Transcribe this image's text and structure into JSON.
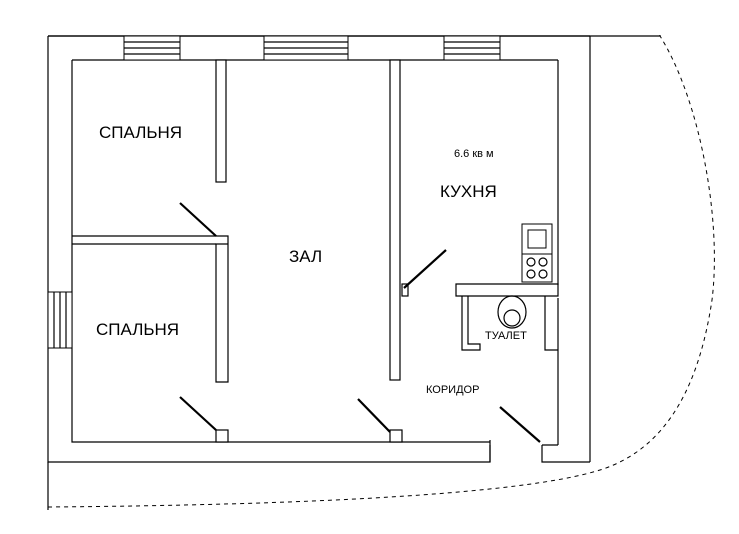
{
  "rooms": {
    "bedroom_top": "СПАЛЬНЯ",
    "bedroom_bottom": "СПАЛЬНЯ",
    "hall": "ЗАЛ",
    "kitchen": "КУХНЯ",
    "kitchen_area": "6.6 кв м",
    "toilet": "ТУАЛЕТ",
    "corridor": "КОРИДОР"
  }
}
